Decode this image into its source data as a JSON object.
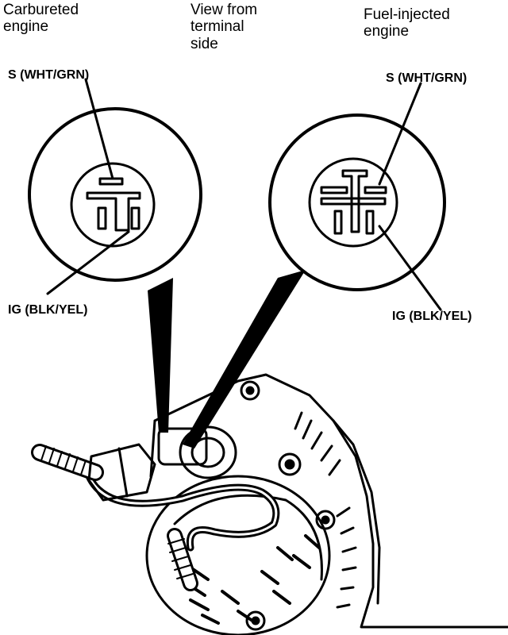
{
  "labels": {
    "carbureted": "Carbureted\nengine",
    "view": "View from\nterminal\nside",
    "fuel_injected": "Fuel-injected\nengine",
    "s_left": "S (WHT/GRN)",
    "s_right": "S (WHT/GRN)",
    "ig_left": "IG (BLK/YEL)",
    "ig_right": "IG (BLK/YEL)"
  },
  "colors": {
    "ink": "#000000",
    "paper": "#ffffff"
  }
}
